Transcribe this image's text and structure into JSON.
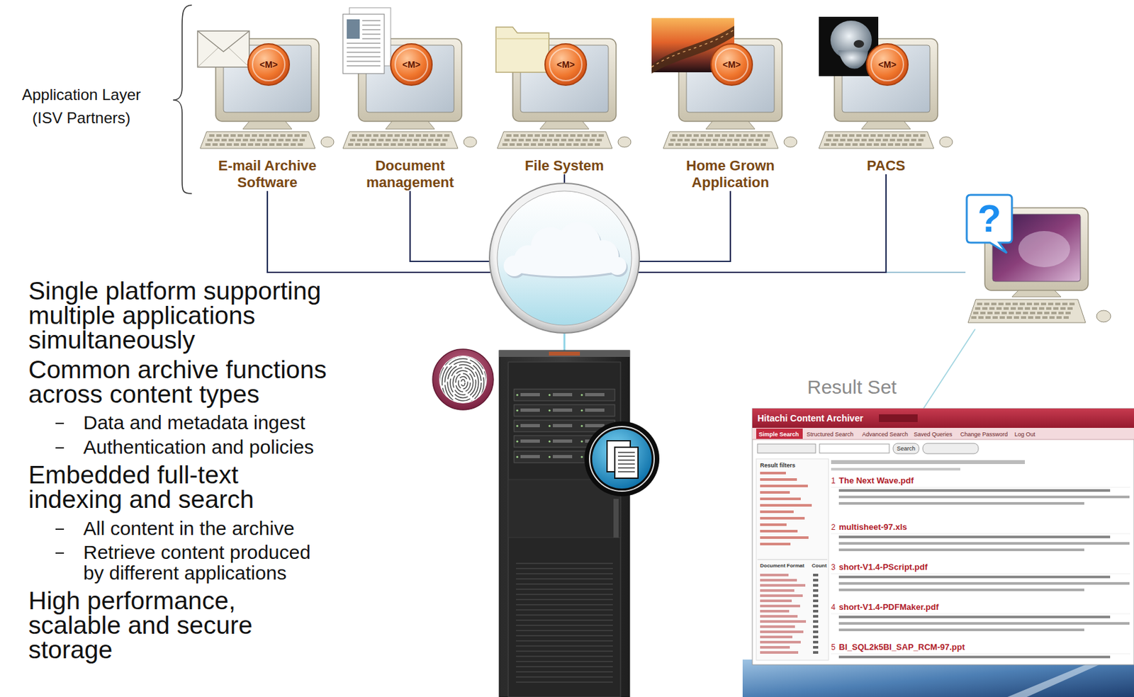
{
  "diagram": {
    "nodes": [
      {
        "text": [
          "<M>",
          "E-mail Archive Software"
        ]
      },
      {
        "text": [
          "<M>",
          "Document management"
        ]
      },
      {
        "text": [
          "<M>",
          "File System"
        ]
      },
      {
        "text": [
          "<M>",
          "Home Grown Application"
        ]
      },
      {
        "text": [
          "<M>",
          "PACS"
        ]
      },
      {
        "text": []
      },
      {
        "text": []
      },
      {
        "text": [
          "?"
        ]
      },
      {
        "text": [
          "Hitachi Content Archiver"
        ]
      }
    ],
    "edges": [
      {
        "from": 0,
        "to": 5,
        "arrow": "none"
      },
      {
        "from": 1,
        "to": 5,
        "arrow": "none"
      },
      {
        "from": 2,
        "to": 5,
        "arrow": "none"
      },
      {
        "from": 3,
        "to": 5,
        "arrow": "none"
      },
      {
        "from": 4,
        "to": 5,
        "arrow": "none"
      },
      {
        "from": 5,
        "to": 7,
        "arrow": "none"
      },
      {
        "from": 5,
        "to": 6,
        "arrow": "none"
      },
      {
        "from": 8,
        "to": 7,
        "label": "Result Set",
        "arrow": "none"
      }
    ],
    "labels": [
      "Application Layer (ISV Partners)",
      "Single platform supporting multiple applications simultaneously",
      "Common archive functions across content types",
      "Data and metadata ingest",
      "Authentication and policies",
      "Embedded full-text indexing and search",
      "All content in the archive",
      "Retrieve content produced by different applications",
      "High performance, scalable and secure storage",
      "Simple Search",
      "Structured Search",
      "Advanced Search",
      "Saved Queries",
      "Change Password",
      "Log Out",
      "Search",
      "Result filters",
      "Document Format",
      "Count",
      "1",
      "The Next Wave.pdf",
      "2",
      "multisheet-97.xls",
      "3",
      "short-V1.4-PScript.pdf",
      "4",
      "short-V1.4-PDFMaker.pdf",
      "5",
      "BI_SQL2k5BI_SAP_RCM-97.ppt"
    ]
  }
}
